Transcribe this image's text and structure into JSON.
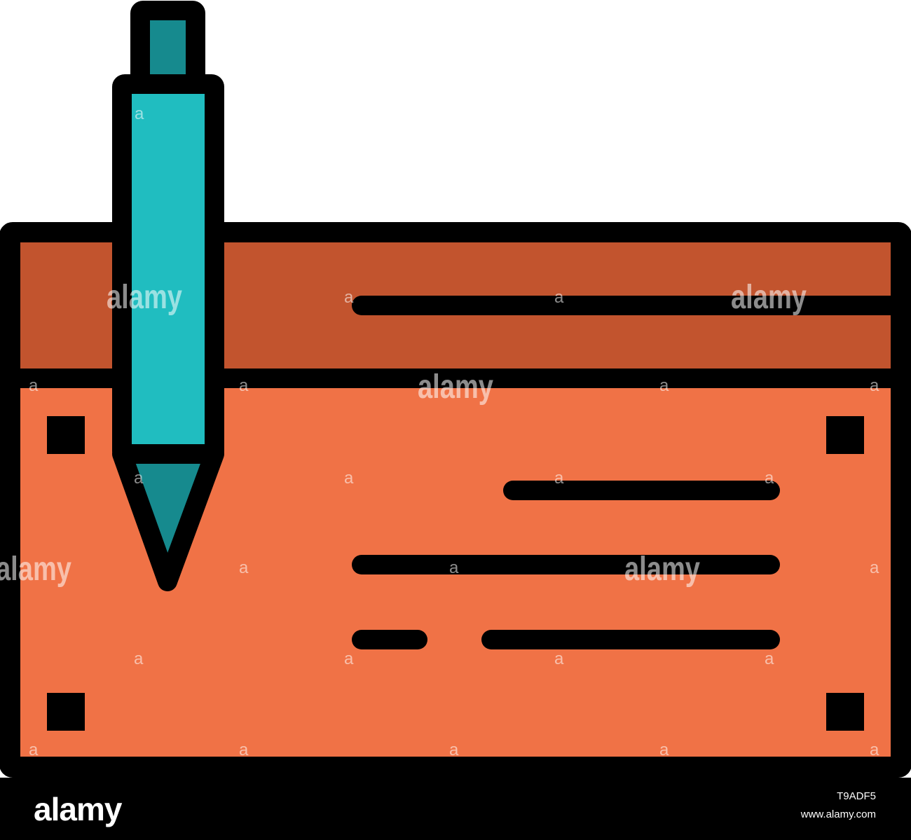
{
  "watermark": {
    "brand": "alamy",
    "symbol": "a"
  },
  "footer": {
    "logo": "alamy",
    "image_id": "T9ADF5",
    "url": "www.alamy.com"
  },
  "icon": {
    "name": "cheque-with-pen-icon",
    "colors": {
      "outline": "#000000",
      "header_band": "#c2542e",
      "cheque_body": "#f07246",
      "pen_body": "#20bdc0",
      "pen_dark": "#168a8e",
      "background": "#ffffff"
    }
  }
}
